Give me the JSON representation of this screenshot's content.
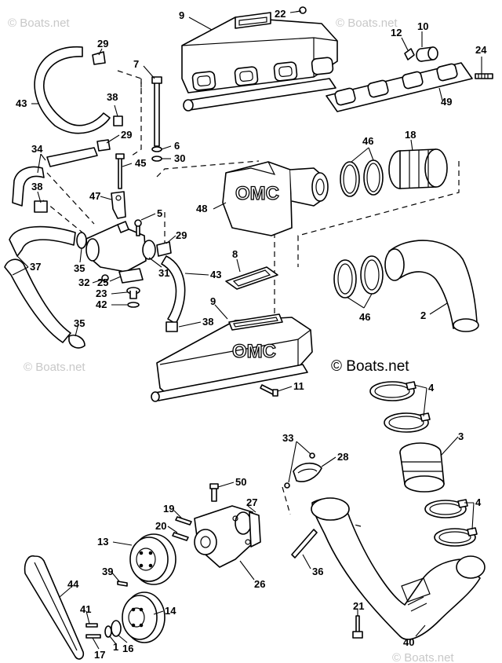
{
  "watermarks": [
    "© Boats.net",
    "© Boats.net",
    "© Boats.net",
    "© Boats.net"
  ],
  "copyright": "© Boats.net",
  "brand_mark": "OMC",
  "callouts": [
    {
      "id": "c9a",
      "text": "9"
    },
    {
      "id": "c22",
      "text": "22"
    },
    {
      "id": "c12",
      "text": "12"
    },
    {
      "id": "c10",
      "text": "10"
    },
    {
      "id": "c29a",
      "text": "29"
    },
    {
      "id": "c7",
      "text": "7"
    },
    {
      "id": "c24",
      "text": "24"
    },
    {
      "id": "c43a",
      "text": "43"
    },
    {
      "id": "c38a",
      "text": "38"
    },
    {
      "id": "c49",
      "text": "49"
    },
    {
      "id": "c29b",
      "text": "29"
    },
    {
      "id": "c6",
      "text": "6"
    },
    {
      "id": "c34",
      "text": "34"
    },
    {
      "id": "c30",
      "text": "30"
    },
    {
      "id": "c45",
      "text": "45"
    },
    {
      "id": "c46a",
      "text": "46"
    },
    {
      "id": "c18",
      "text": "18"
    },
    {
      "id": "c38b",
      "text": "38"
    },
    {
      "id": "c47",
      "text": "47"
    },
    {
      "id": "c48",
      "text": "48"
    },
    {
      "id": "c5",
      "text": "5"
    },
    {
      "id": "c29c",
      "text": "29"
    },
    {
      "id": "c35a",
      "text": "35"
    },
    {
      "id": "c37",
      "text": "37"
    },
    {
      "id": "c8",
      "text": "8"
    },
    {
      "id": "c31",
      "text": "31"
    },
    {
      "id": "c43b",
      "text": "43"
    },
    {
      "id": "c32",
      "text": "32"
    },
    {
      "id": "c25",
      "text": "25"
    },
    {
      "id": "c23",
      "text": "23"
    },
    {
      "id": "c42",
      "text": "42"
    },
    {
      "id": "c46b",
      "text": "46"
    },
    {
      "id": "c2",
      "text": "2"
    },
    {
      "id": "c9b",
      "text": "9"
    },
    {
      "id": "c38c",
      "text": "38"
    },
    {
      "id": "c35b",
      "text": "35"
    },
    {
      "id": "c11",
      "text": "11"
    },
    {
      "id": "c4a",
      "text": "4"
    },
    {
      "id": "c3",
      "text": "3"
    },
    {
      "id": "c33",
      "text": "33"
    },
    {
      "id": "c28",
      "text": "28"
    },
    {
      "id": "c50",
      "text": "50"
    },
    {
      "id": "c27",
      "text": "27"
    },
    {
      "id": "c19",
      "text": "19"
    },
    {
      "id": "c20",
      "text": "20"
    },
    {
      "id": "c4b",
      "text": "4"
    },
    {
      "id": "c13",
      "text": "13"
    },
    {
      "id": "c39",
      "text": "39"
    },
    {
      "id": "c26",
      "text": "26"
    },
    {
      "id": "c36",
      "text": "36"
    },
    {
      "id": "c44",
      "text": "44"
    },
    {
      "id": "c14",
      "text": "14"
    },
    {
      "id": "c41",
      "text": "41"
    },
    {
      "id": "c21",
      "text": "21"
    },
    {
      "id": "c16",
      "text": "16"
    },
    {
      "id": "c1",
      "text": "1"
    },
    {
      "id": "c17",
      "text": "17"
    },
    {
      "id": "c40",
      "text": "40"
    }
  ]
}
